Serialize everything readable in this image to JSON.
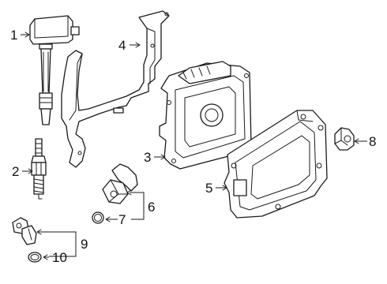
{
  "callouts": [
    {
      "id": "1",
      "label": "1"
    },
    {
      "id": "2",
      "label": "2"
    },
    {
      "id": "3",
      "label": "3"
    },
    {
      "id": "4",
      "label": "4"
    },
    {
      "id": "5",
      "label": "5"
    },
    {
      "id": "6",
      "label": "6"
    },
    {
      "id": "7",
      "label": "7"
    },
    {
      "id": "8",
      "label": "8"
    },
    {
      "id": "9",
      "label": "9"
    },
    {
      "id": "10",
      "label": "10"
    }
  ],
  "colors": {
    "line": "#1a1a1a",
    "background": "#ffffff"
  }
}
